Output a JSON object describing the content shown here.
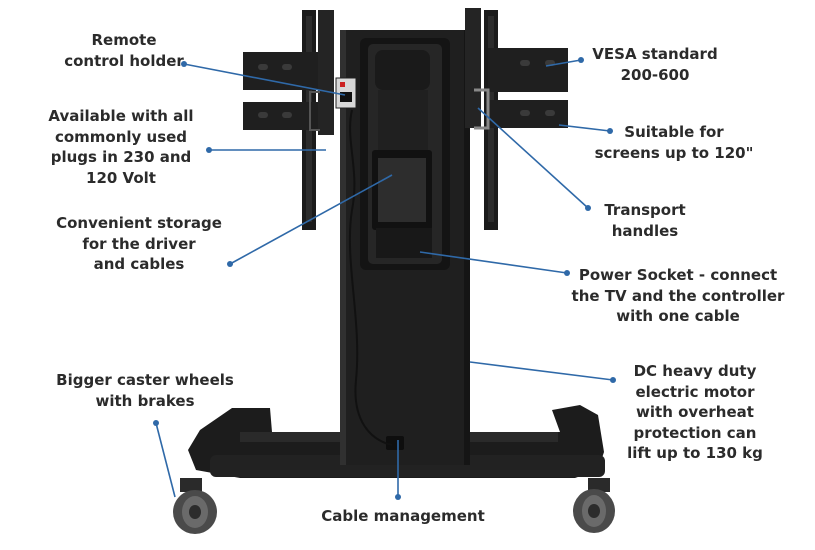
{
  "callouts": {
    "remote": [
      "Remote",
      "control holder"
    ],
    "plugs": [
      "Available with all",
      "commonly used",
      "plugs in 230 and",
      "120 Volt"
    ],
    "storage": [
      "Convenient storage",
      "for the driver",
      "and cables"
    ],
    "wheels": [
      "Bigger caster wheels",
      "with brakes"
    ],
    "cable_mgmt": [
      "Cable management"
    ],
    "vesa": [
      "VESA standard",
      "200-600"
    ],
    "screens": [
      "Suitable for",
      "screens up to 120\""
    ],
    "handles": [
      "Transport",
      "handles"
    ],
    "power": [
      "Power Socket - connect",
      "the TV and the controller",
      "with one cable"
    ],
    "motor": [
      "DC heavy duty",
      "electric motor",
      "with overheat",
      "protection can",
      "lift up to 130 kg"
    ]
  },
  "colors": {
    "leader_line": "#2f69a8",
    "stand_body": "#1f1f1f",
    "stand_edge": "#3a3a3a",
    "text": "#2b2b2b"
  }
}
